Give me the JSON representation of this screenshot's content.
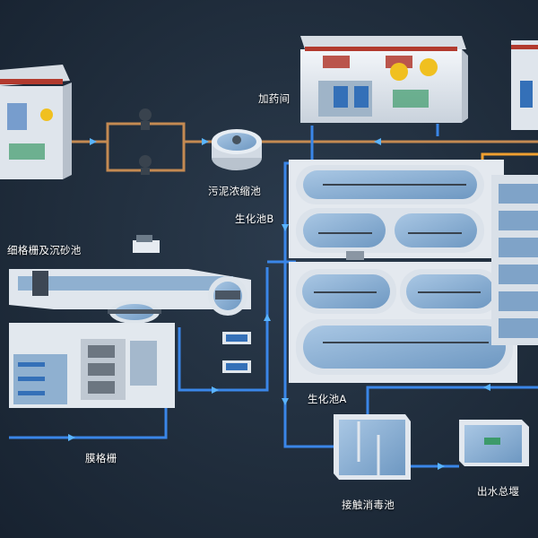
{
  "labels": {
    "dosing_room": "加药间",
    "sludge_thickener": "污泥浓缩池",
    "bio_tank_b": "生化池B",
    "fine_screen_grit": "细格栅及沉砂池",
    "bio_tank_a": "生化池A",
    "membrane_screen": "膜格栅",
    "contact_disinfection": "接触消毒池",
    "effluent_weir": "出水总堰"
  },
  "colors": {
    "water_pipe": "#3a86e8",
    "water_pipe_light": "#5ab4ff",
    "sludge_pipe": "#c48a52",
    "chemical_pipe": "#f0a030",
    "tank_water": "#7fa9cf",
    "structure": "#e6ebf1",
    "roof_red": "#b23a2e",
    "background": "#1f2c3b"
  }
}
